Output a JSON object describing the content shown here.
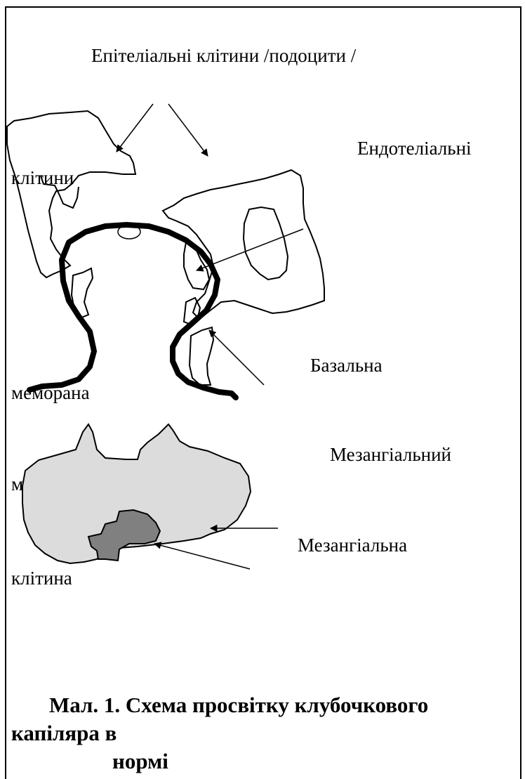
{
  "labels": {
    "epithelial": "Епітеліальні клітини  /подоцити /",
    "endothelial_1": "Ендотеліальні",
    "endothelial_2": "клітини",
    "basal_1": "Базальна",
    "basal_2": "меморана",
    "mesangial_matrix_1": "Мезангіальний",
    "mesangial_matrix_2": "м",
    "mesangial_cell_1": "Мезангіальна",
    "mesangial_cell_2": "клітина"
  },
  "caption": {
    "line1": "Мал. 1. Схема просвітку клубочкового",
    "line2": "капіляра в",
    "line3": "нормі"
  }
}
